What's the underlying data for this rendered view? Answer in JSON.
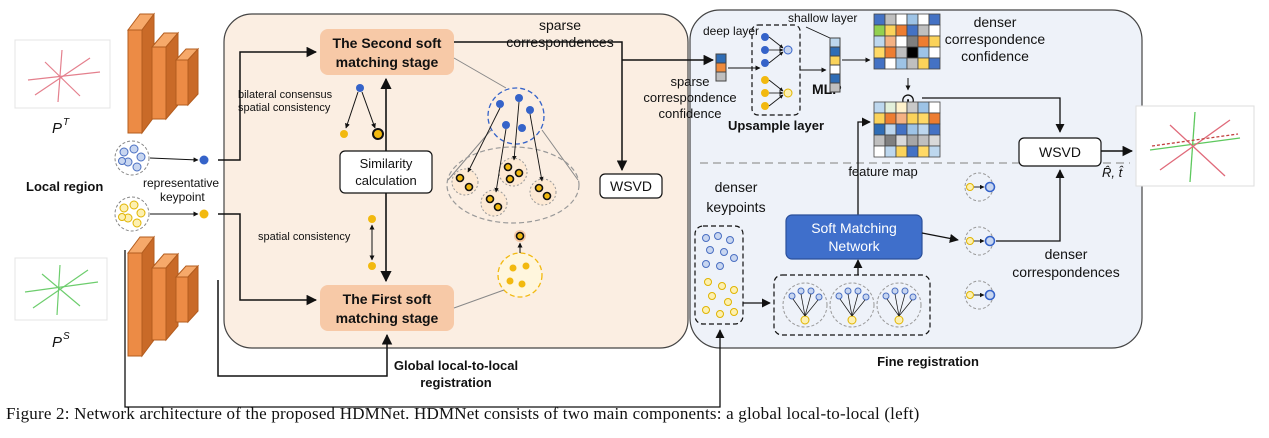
{
  "labels": {
    "p_t": "P",
    "p_t_sup": "T",
    "p_s": "P",
    "p_s_sup": "S",
    "local_region": "Local region",
    "representative_keypoint_1": "representative",
    "representative_keypoint_2": "keypoint",
    "second_stage_1": "The Second soft",
    "second_stage_2": "matching stage",
    "first_stage_1": "The First soft",
    "first_stage_2": "matching stage",
    "similarity_1": "Similarity",
    "similarity_2": "calculation",
    "bilateral_1": "bilateral consensus",
    "bilateral_2": "spatial consistency",
    "spatial_consistency": "spatial consistency",
    "sparse_corr_1": "sparse",
    "sparse_corr_2": "correspondences",
    "wsvd_left": "WSVD",
    "global_1": "Global local-to-local",
    "global_2": "registration",
    "sparse_conf_1": "sparse",
    "sparse_conf_2": "correspondence",
    "sparse_conf_3": "confidence",
    "deep_layer": "deep layer",
    "shallow_layer": "shallow layer",
    "mlp": "MLP",
    "upsample_layer": "Upsample layer",
    "denser_conf_1": "denser",
    "denser_conf_2": "correspondence",
    "denser_conf_3": "confidence",
    "odot": "⊙",
    "feature_map": "feature map",
    "wsvd_right": "WSVD",
    "rt": "R̂, t̂",
    "denser_kp_1": "denser",
    "denser_kp_2": "keypoints",
    "soft_net_1": "Soft Matching",
    "soft_net_2": "Network",
    "denser_corr_1": "denser",
    "denser_corr_2": "correspondences",
    "fine_registration": "Fine registration"
  },
  "caption": "Figure 2: Network architecture of the proposed HDMNet. HDMNet consists of two main components: a global local-to-local (left)"
}
